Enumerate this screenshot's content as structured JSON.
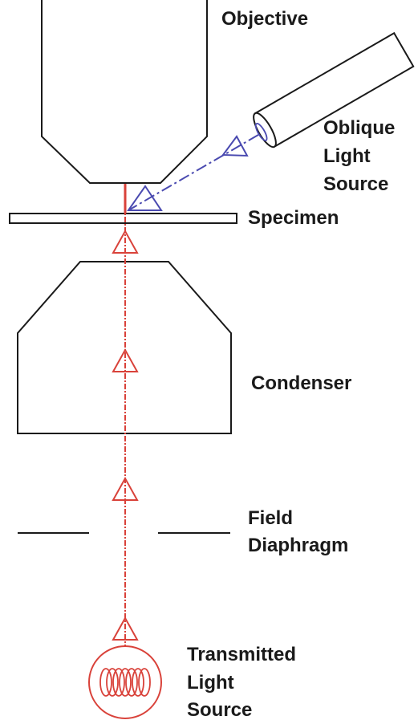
{
  "labels": {
    "objective": "Objective",
    "oblique_light_source": [
      "Oblique",
      "Light",
      "Source"
    ],
    "specimen": "Specimen",
    "condenser": "Condenser",
    "field_diaphragm": [
      "Field",
      "Diaphragm"
    ],
    "transmitted_light_source": [
      "Transmitted",
      "Light",
      "Source"
    ]
  },
  "colors": {
    "outline": "#1a1a1a",
    "transmitted_beam": "#d9423a",
    "oblique_beam": "#4a4ab0"
  }
}
